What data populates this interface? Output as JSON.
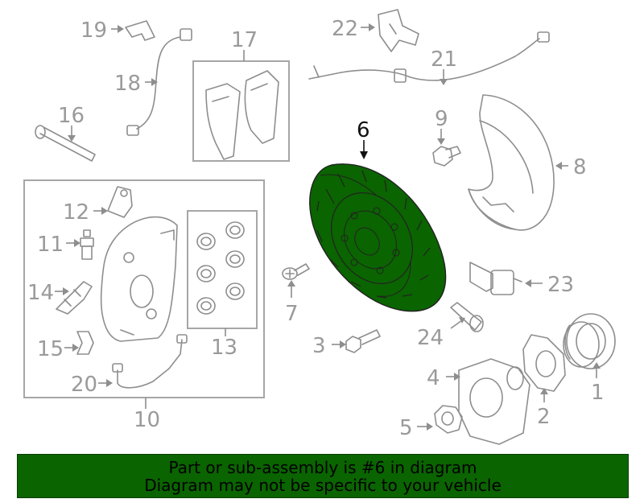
{
  "banner": {
    "line1": "Part or sub-assembly is #6 in diagram",
    "line2": "Diagram may not be specific to your vehicle",
    "color": "#0a6400"
  },
  "highlight_color": "#0a6400",
  "callouts": {
    "c1": "1",
    "c2": "2",
    "c3": "3",
    "c4": "4",
    "c5": "5",
    "c6": "6",
    "c7": "7",
    "c8": "8",
    "c9": "9",
    "c10": "10",
    "c11": "11",
    "c12": "12",
    "c13": "13",
    "c14": "14",
    "c15": "15",
    "c16": "16",
    "c17": "17",
    "c18": "18",
    "c19": "19",
    "c20": "20",
    "c21": "21",
    "c22": "22",
    "c23": "23",
    "c24": "24"
  },
  "highlighted_callout": "6"
}
